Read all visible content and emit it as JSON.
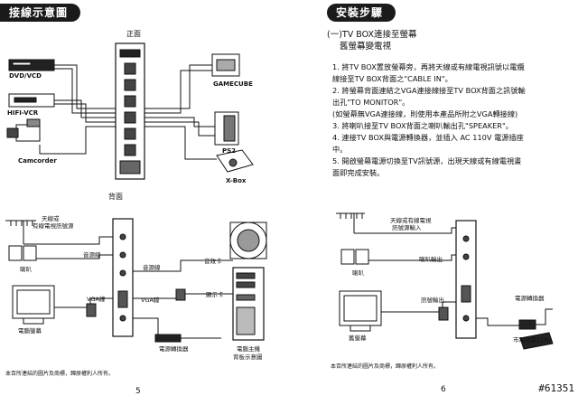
{
  "left": {
    "header": "接線示意圖",
    "front_title": "正面",
    "back_title": "背面",
    "devices_left": [
      "DVD/VCD",
      "HIFI-VCR",
      "Camcorder"
    ],
    "devices_right": [
      "GAMECUBE",
      "PS2",
      "X-Box"
    ],
    "back_labels": {
      "antenna": "天線或",
      "antenna2": "有線電視訊號源",
      "speaker_cable": "音源線",
      "speaker": "喇叭",
      "vga_cable": "VGA線",
      "monitor": "電腦螢幕",
      "audio_cable": "音源線",
      "vga_cable2": "VGA線",
      "sound_card": "音效卡",
      "vga_card": "顯示卡",
      "power_adapter": "電源轉換器",
      "pc_host": "電腦主機",
      "pc_host2": "背板示意圖"
    },
    "footnote": "本百所連結的圖片及商標，歸原權利人所有。",
    "page_number": "5"
  },
  "right": {
    "header": "安裝步驟",
    "section_title": "(一)TV BOX連接至螢幕",
    "section_subtitle": "舊螢幕變電視",
    "steps": [
      "1. 將TV BOX置放螢幕旁，再將天線或有線電視訊號以電纜",
      "    線接至TV BOX背面之\"CABLE IN\"。",
      "2. 將螢幕背面連結之VGA連接線接至TV BOX背面之訊號輸",
      "    出孔\"TO MONITOR\"。",
      "  (如螢幕無VGA連接線，則使用本產品所附之VGA轉接線)",
      "3. 將喇叭接至TV BOX背面之喇叭輸出孔\"SPEAKER\"。",
      "4. 連接TV BOX與電源轉換器，並插入 AC 110V 電源插座",
      "    中。",
      "5. 開啟螢幕電源切換至TV訊號源，出現天線或有線電視畫",
      "    面即完成安裝。"
    ],
    "diagram_labels": {
      "antenna": "天線或有線電視",
      "antenna2": "訊號源輸入",
      "speaker_out": "喇叭輸出",
      "speaker": "喇叭",
      "signal_out": "訊號輸出",
      "power_adapter": "電源轉換器",
      "monitor": "舊螢幕",
      "outlet": "市電插座110V"
    },
    "footnote": "本百所連結的圖片及商標，歸原權利人所有。",
    "page_number": "6"
  },
  "watermark": "#61351"
}
